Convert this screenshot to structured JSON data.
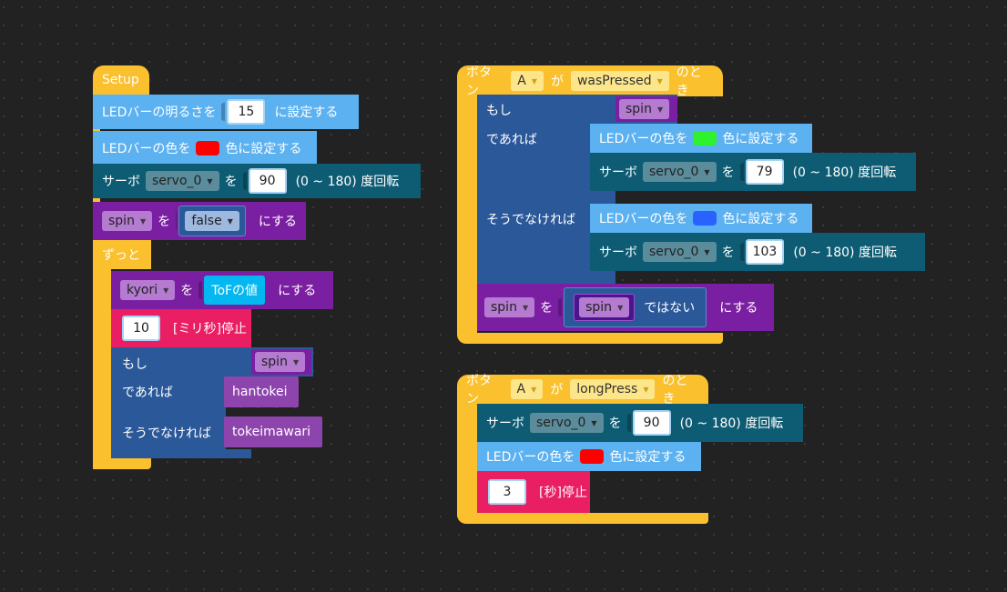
{
  "blocks": {
    "setup_hat": "Setup",
    "led_brightness": {
      "pre": "LEDバーの明るさを",
      "value": "15",
      "post": "に設定する"
    },
    "led_color": {
      "pre": "LEDバーの色を",
      "post": "色に設定する",
      "color": "#ff0000"
    },
    "servo1": {
      "pre": "サーボ",
      "servo": "servo_0",
      "wo": "を",
      "value": "90",
      "range": "(0 ~ 180) 度回転"
    },
    "spin_set": {
      "var": "spin",
      "wo": "を",
      "value": "false",
      "post": "にする"
    },
    "forever": "ずっと",
    "kyori_set": {
      "var": "kyori",
      "wo": "を",
      "value": "ToFの値",
      "post": "にする"
    },
    "wait_ms": {
      "value": "10",
      "label": "[ミリ秒]停止"
    },
    "if1": {
      "if": "もし",
      "then": "であれば",
      "else": "そうでなければ",
      "cond": "spin",
      "then_val": "hantokei",
      "else_val": "tokeimawari"
    }
  },
  "event1": {
    "pre": "ボタン",
    "button": "A",
    "ga": "が",
    "event": "wasPressed",
    "post": "のとき",
    "if": "もし",
    "then": "であれば",
    "else": "そうでなければ",
    "cond": "spin",
    "then_led": {
      "pre": "LEDバーの色を",
      "post": "色に設定する",
      "color": "#2ef22e"
    },
    "then_servo": {
      "pre": "サーボ",
      "servo": "servo_0",
      "wo": "を",
      "value": "79",
      "range": "(0 ~ 180) 度回転"
    },
    "else_led": {
      "pre": "LEDバーの色を",
      "post": "色に設定する",
      "color": "#2962ff"
    },
    "else_servo": {
      "pre": "サーボ",
      "servo": "servo_0",
      "wo": "を",
      "value": "103",
      "range": "(0 ~ 180) 度回転"
    },
    "spin_toggle": {
      "var": "spin",
      "wo": "を",
      "inner": "spin",
      "not": "ではない",
      "post": "にする"
    }
  },
  "event2": {
    "pre": "ボタン",
    "button": "A",
    "ga": "が",
    "event": "longPress",
    "post": "のとき",
    "servo": {
      "pre": "サーボ",
      "servo": "servo_0",
      "wo": "を",
      "value": "90",
      "range": "(0 ~ 180) 度回転"
    },
    "led": {
      "pre": "LEDバーの色を",
      "post": "色に設定する",
      "color": "#ff0000"
    },
    "wait": {
      "value": "3",
      "label": "[秒]停止"
    }
  }
}
